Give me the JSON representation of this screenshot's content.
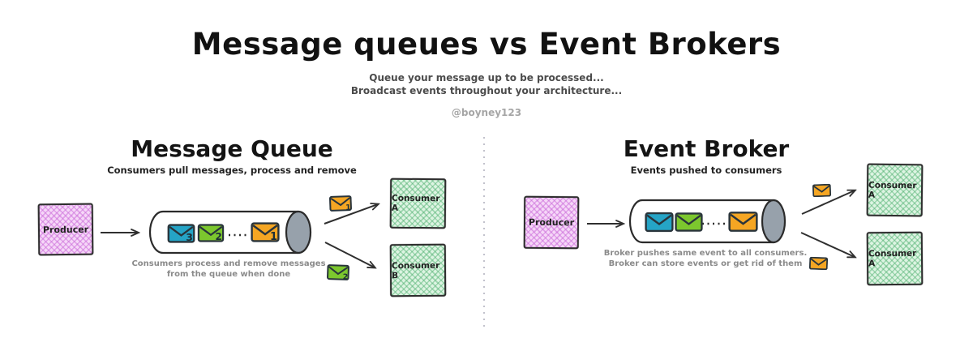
{
  "header": {
    "title": "Message queues vs Event Brokers",
    "subtitle_line1": "Queue your message up to be processed...",
    "subtitle_line2": "Broadcast events throughout your architecture...",
    "attribution": "@boyney123"
  },
  "message_queue": {
    "heading": "Message Queue",
    "subheading": "Consumers pull messages, process and remove",
    "producer_label": "Producer",
    "note_line1": "Consumers process and remove messages",
    "note_line2": "from the queue when done",
    "queued_messages": [
      {
        "icon": "envelope-icon",
        "color": "#25a4c6",
        "number": "3"
      },
      {
        "icon": "envelope-icon",
        "color": "#7cc72e",
        "number": "2"
      },
      {
        "icon": "envelope-icon",
        "color": "#f5a623",
        "number": "1"
      }
    ],
    "in_flight_messages": [
      {
        "icon": "envelope-icon",
        "color": "#f5a623",
        "number": "1"
      },
      {
        "icon": "envelope-icon",
        "color": "#7cc72e",
        "number": "2"
      }
    ],
    "consumers": [
      "Consumer A",
      "Consumer B"
    ]
  },
  "event_broker": {
    "heading": "Event Broker",
    "subheading": "Events pushed to consumers",
    "producer_label": "Producer",
    "note_line1": "Broker pushes same event to all consumers.",
    "note_line2": "Broker can store events or get rid of them",
    "queued_messages": [
      {
        "icon": "envelope-icon",
        "color": "#25a4c6"
      },
      {
        "icon": "envelope-icon",
        "color": "#7cc72e"
      },
      {
        "icon": "envelope-icon",
        "color": "#f5a623"
      }
    ],
    "in_flight_messages": [
      {
        "icon": "envelope-icon",
        "color": "#f5a623"
      },
      {
        "icon": "envelope-icon",
        "color": "#f5a623"
      }
    ],
    "consumers": [
      "Consumer A",
      "Consumer A"
    ]
  },
  "colors": {
    "envelope_blue": "#25a4c6",
    "envelope_green": "#7cc72e",
    "envelope_orange": "#f5a623",
    "producer_fill": "#f6d7f8",
    "consumer_fill": "#ddf4e2",
    "cylinder_cap": "#97a1ab",
    "outline": "#2e2e2e",
    "note_text": "#8b8b8b",
    "divider": "#c2c2cc"
  }
}
